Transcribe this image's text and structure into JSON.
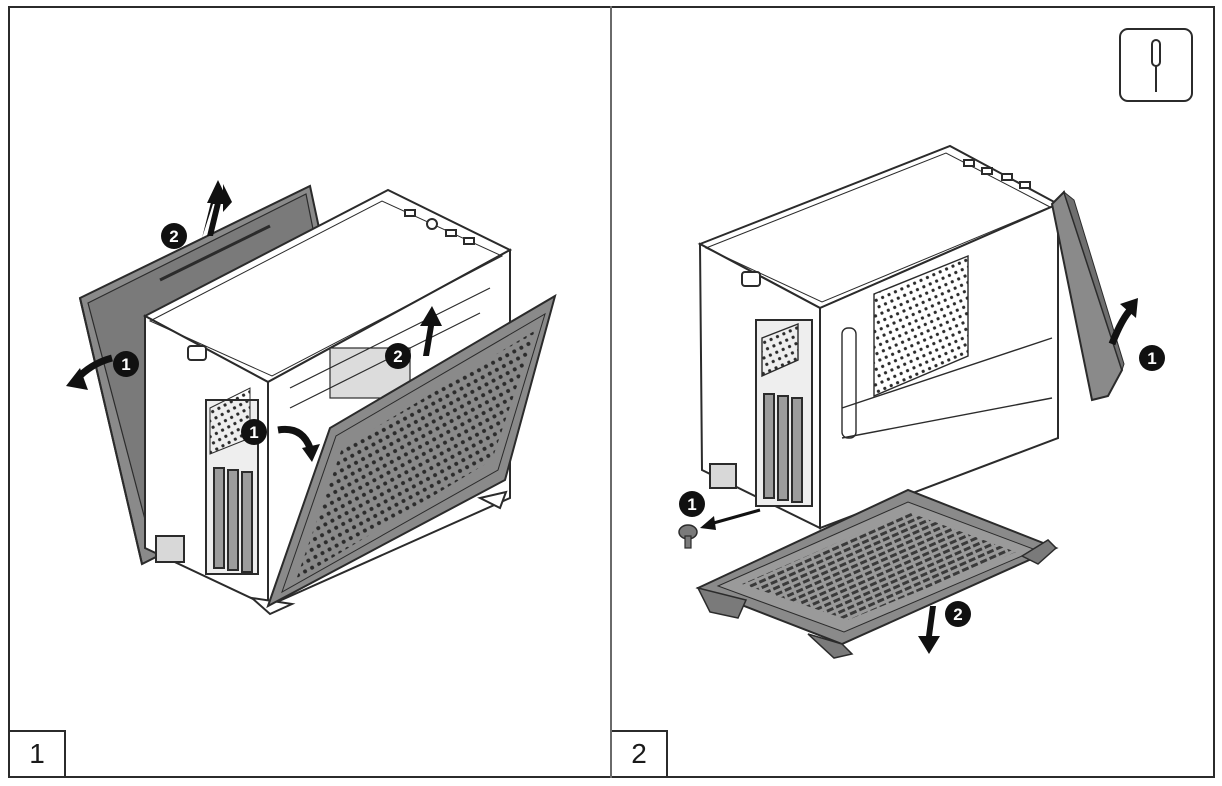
{
  "steps": [
    {
      "number": "1",
      "tool_icon": null
    },
    {
      "number": "2",
      "tool_icon": "screwdriver-icon"
    }
  ],
  "markers": {
    "one": "1",
    "two": "2"
  },
  "colors": {
    "line": "#2b2b2b",
    "panel_fill": "#7d7d7d",
    "marker_fill": "#111111",
    "background": "#ffffff"
  }
}
